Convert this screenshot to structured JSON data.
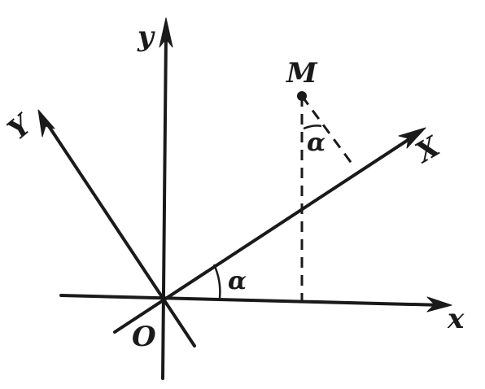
{
  "labels": {
    "y_axis": "y",
    "x_axis": "x",
    "X_axis": "X",
    "Y_axis": "Y",
    "origin": "O",
    "point": "M",
    "angle_at_origin": "α",
    "angle_at_point": "α"
  },
  "color": "#1a1a1a"
}
